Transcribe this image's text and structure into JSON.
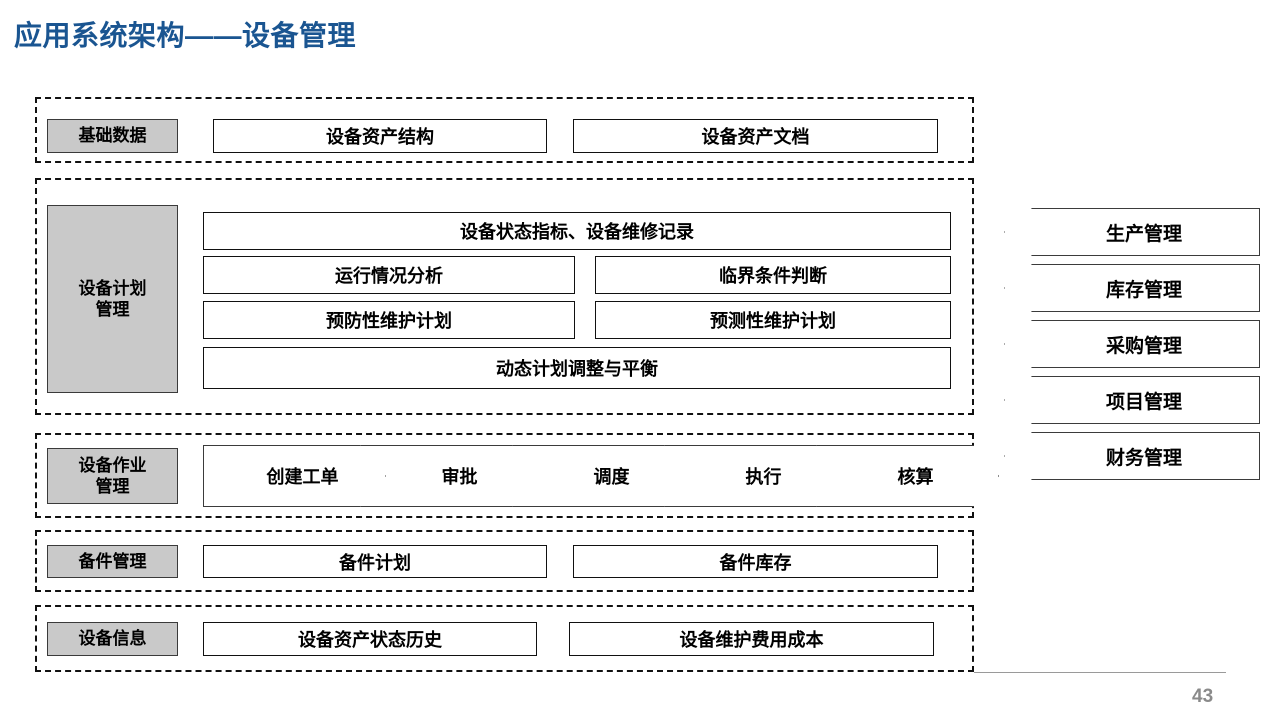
{
  "slide": {
    "title": "应用系统架构——设备管理",
    "page_number": "43",
    "title_color": "#1a5591",
    "label_fill": "#c9c9c9"
  },
  "sections": [
    {
      "key": "basic-data",
      "label": "基础数据",
      "items": [
        "设备资产结构",
        "设备资产文档"
      ]
    },
    {
      "key": "equipment-plan-management",
      "label": "设备计划\n管理",
      "items": [
        "设备状态指标、设备维修记录",
        "运行情况分析",
        "临界条件判断",
        "预防性维护计划",
        "预测性维护计划",
        "动态计划调整与平衡"
      ]
    },
    {
      "key": "equipment-work-management",
      "label": "设备作业\n管理",
      "steps": [
        "创建工单",
        "审批",
        "调度",
        "执行",
        "核算"
      ]
    },
    {
      "key": "spare-parts-management",
      "label": "备件管理",
      "items": [
        "备件计划",
        "备件库存"
      ]
    },
    {
      "key": "equipment-information",
      "label": "设备信息",
      "items": [
        "设备资产状态历史",
        "设备维护费用成本"
      ]
    }
  ],
  "related_systems": [
    "生产管理",
    "库存管理",
    "采购管理",
    "项目管理",
    "财务管理"
  ]
}
